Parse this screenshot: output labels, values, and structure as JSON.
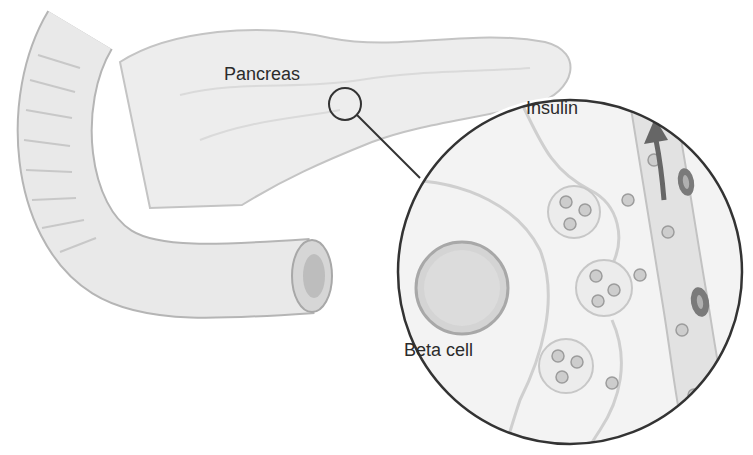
{
  "diagram": {
    "labels": [
      "Pancreas",
      "Insulin",
      "Beta cell"
    ]
  }
}
